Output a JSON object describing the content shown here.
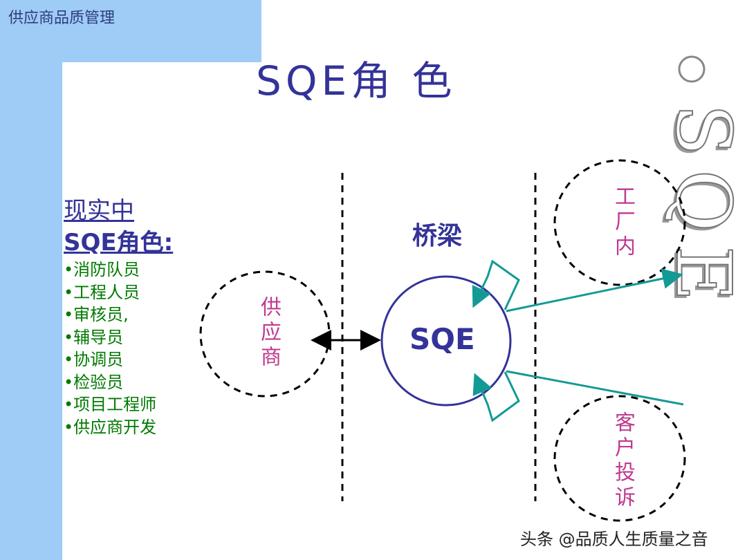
{
  "header": {
    "brand": "供应商品质管理",
    "title": "SQE角 色"
  },
  "roles": {
    "heading_line1": "现实中",
    "heading_line2": "SQE角色:",
    "items": [
      "•消防队员",
      "•工程人员",
      "•审核员,",
      "•辅导员",
      "•协调员",
      "•检验员",
      "•项目工程师",
      "•供应商开发"
    ]
  },
  "diagram": {
    "supplier": "供应商",
    "bridge": "桥梁",
    "center": "SQE",
    "factory": "工厂内",
    "complaint": "客户投诉",
    "decor_text": "SQE"
  },
  "colors": {
    "navy": "#333399",
    "magenta": "#c0398f",
    "green": "#007a00",
    "teal": "#139a94",
    "blue_band": "#9fcbf7"
  },
  "watermark": "头条 @品质人生质量之音"
}
